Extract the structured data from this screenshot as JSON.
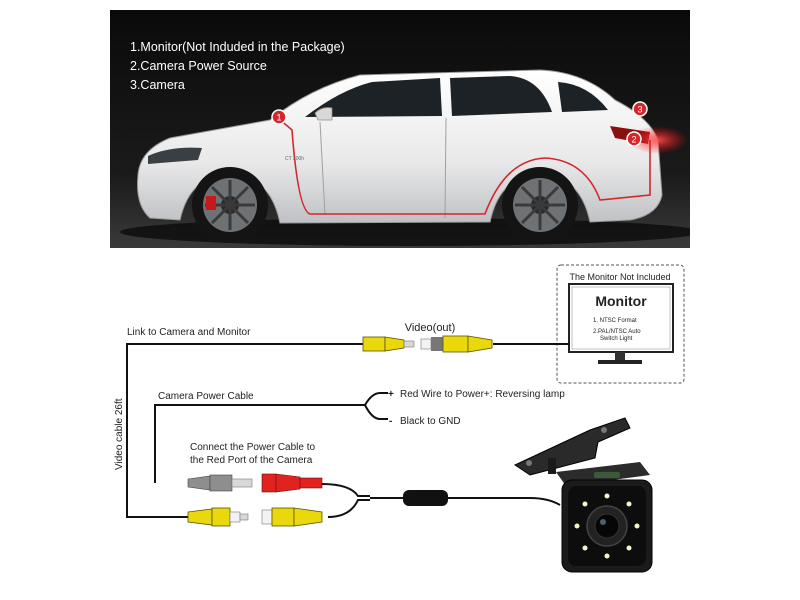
{
  "photo": {
    "legend": [
      "1.Monitor(Not Induded in the Package)",
      "2.Camera Power Source",
      "3.Camera"
    ],
    "markers": [
      "1",
      "2",
      "3"
    ],
    "car_badge": "CT 200h"
  },
  "diagram": {
    "monitor_box_title": "The Monitor Not Included",
    "monitor_title": "Monitor",
    "monitor_spec_1": "1. NTSC Format",
    "monitor_spec_2a": "2.PAL/NTSC Auto",
    "monitor_spec_2b": "Switch Light",
    "link_label": "Link to Camera and Monitor",
    "video_out_label": "Video(out)",
    "video_cable_label": "Video cable 26ft",
    "power_cable_label": "Camera Power Cable",
    "red_wire_label": "Red Wire to Power+: Reversing lamp",
    "black_label": "Black to GND",
    "plus_sign": "+",
    "minus_sign": "-",
    "connect_label_1": "Connect the Power Cable to",
    "connect_label_2": "the Red Port of the Camera"
  },
  "colors": {
    "rca_yellow": "#e8d80c",
    "rca_red": "#e0231e",
    "plug_gray": "#8e8e8e",
    "marker_red": "#d6262b",
    "cable": "#111111"
  }
}
